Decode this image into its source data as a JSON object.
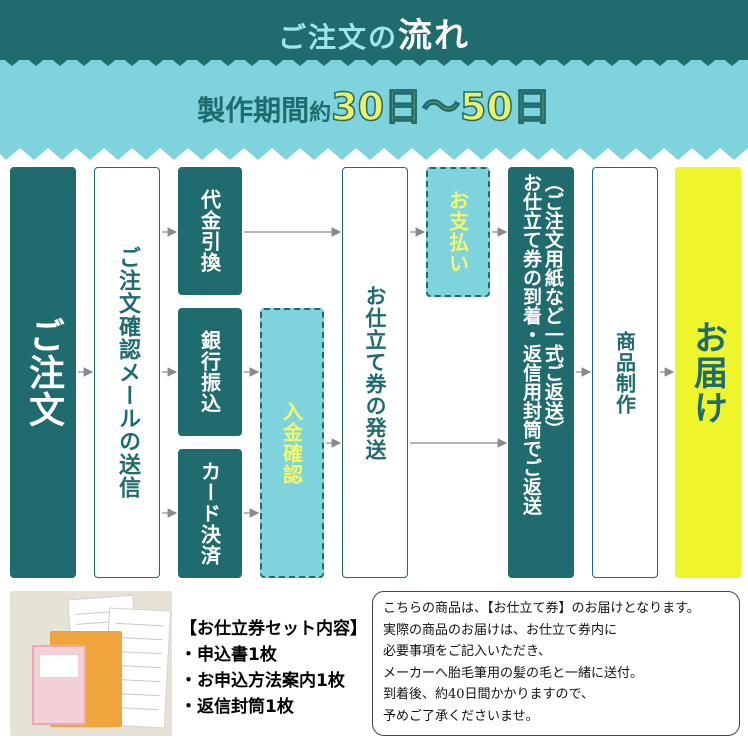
{
  "header": {
    "title_prefix": "ご注文の",
    "title_main": "流れ",
    "period_label": "製作期間",
    "period_about": "約",
    "period_value": "30日〜50日"
  },
  "colors": {
    "primary": "#1f6b6e",
    "cyan": "#7fd3dc",
    "yellow": "#eef52a"
  },
  "flow": {
    "order": "ご注文",
    "mail": "ご注文確認メールの送信",
    "cod": "代金引換",
    "bank": "銀行振込",
    "card": "カード決済",
    "confirm": "入金確認",
    "ship": "お仕立て券の発送",
    "pay": "お支払い",
    "return_main": "お仕立て券の到着・返信用封筒でご返送",
    "return_note": "（ご注文用紙など一式ご返送）",
    "make": "商品制作",
    "deliver": "お届け"
  },
  "set": {
    "title": "【お仕立券セット内容】",
    "items": [
      "・申込書1枚",
      "・お申込方法案内1枚",
      "・返信封筒1枚"
    ]
  },
  "notice": {
    "lines": [
      "こちらの商品は、【お仕立て券】のお届けとなります。",
      "実際の商品のお届けは、お仕立て券内に",
      "必要事項をご記入いただき、",
      "メーカーへ胎毛筆用の髪の毛と一緒に送付。",
      "到着後、約40日間かかりますので、",
      "予めご了承くださいませ。"
    ]
  }
}
